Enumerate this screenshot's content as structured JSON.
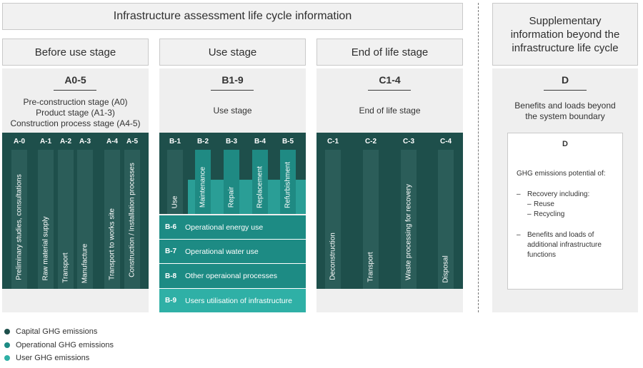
{
  "header": {
    "title": "Infrastructure assessment life cycle information",
    "supplementary": "Supplementary information beyond the infrastructure life cycle"
  },
  "stages": {
    "before": {
      "title": "Before use stage",
      "code": "A0-5",
      "desc": [
        "Pre-construction stage (A0)",
        "Product stage (A1-3)",
        "Construction process stage (A4-5)"
      ]
    },
    "use": {
      "title": "Use stage",
      "code": "B1-9",
      "desc": "Use stage"
    },
    "end": {
      "title": "End of life stage",
      "code": "C1-4",
      "desc": "End of life stage"
    },
    "supp": {
      "code": "D",
      "desc": [
        "Benefits and loads beyond",
        "the system boundary"
      ]
    }
  },
  "modules_a": [
    {
      "code": "A-0",
      "label": "Preliminary studies, consultations"
    },
    {
      "code": "A-1",
      "label": "Raw material supply"
    },
    {
      "code": "A-2",
      "label": "Transport"
    },
    {
      "code": "A-3",
      "label": "Manufacture"
    },
    {
      "code": "A-4",
      "label": "Transport to works site"
    },
    {
      "code": "A-5",
      "label": "Construction / Installation processes"
    }
  ],
  "modules_b": [
    {
      "code": "B-1",
      "label": "Use"
    },
    {
      "code": "B-2",
      "label": "Maintenance"
    },
    {
      "code": "B-3",
      "label": "Repair"
    },
    {
      "code": "B-4",
      "label": "Replacement"
    },
    {
      "code": "B-5",
      "label": "Refurbishment"
    }
  ],
  "modules_b_rows": [
    {
      "code": "B-6",
      "label": "Operational energy use"
    },
    {
      "code": "B-7",
      "label": "Operational water use"
    },
    {
      "code": "B-8",
      "label": "Other operaional processes"
    },
    {
      "code": "B-9",
      "label": "Users utilisation of infrastructure"
    }
  ],
  "modules_c": [
    {
      "code": "C-1",
      "label": "Deconstruction"
    },
    {
      "code": "C-2",
      "label": "Transport"
    },
    {
      "code": "C-3",
      "label": "Waste processing for recovery"
    },
    {
      "code": "C-4",
      "label": "Disposal"
    }
  ],
  "d_box": {
    "code": "D",
    "intro": "GHG emissions potential of:",
    "item1": "Recovery including:",
    "sub1": "Reuse",
    "sub2": "Recycling",
    "item2": [
      "Benefits and loads of",
      "additional infrastructure",
      "functions"
    ]
  },
  "legend": [
    {
      "label": "Capital GHG emissions",
      "color": "#1e4f4b"
    },
    {
      "label": "Operational GHG emissions",
      "color": "#1d8b84"
    },
    {
      "label": "User GHG emissions",
      "color": "#2fb0a6"
    }
  ],
  "colors": {
    "capital": "#1e4f4b",
    "operational": "#1d8b84",
    "user": "#2fb0a6"
  }
}
